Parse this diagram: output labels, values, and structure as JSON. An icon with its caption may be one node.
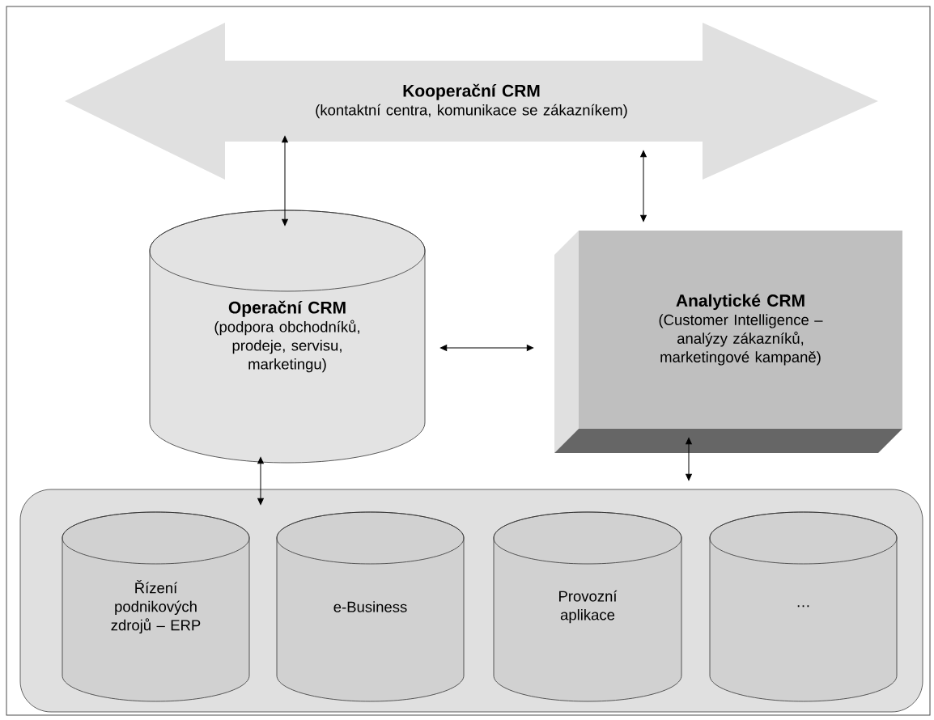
{
  "diagram": {
    "nodes": [
      {
        "text": [
          "Kooperační CRM",
          "(kontaktní centra, komunikace se zákazníkem)"
        ]
      },
      {
        "text": [
          "Operační CRM",
          "(podpora obchodníků, prodeje, servisu, marketingu)"
        ]
      },
      {
        "text": [
          "Analytické CRM",
          "(Customer Intelligence – analýzy zákazníků, marketingové kampaně)"
        ]
      },
      {
        "text": [],
        "shape": "box"
      },
      {
        "text": [
          "Řízení podnikových zdrojů – ERP"
        ],
        "in": 3
      },
      {
        "text": [
          "e-Business"
        ],
        "in": 3
      },
      {
        "text": [
          "Provozní aplikace"
        ],
        "in": 3
      },
      {
        "text": [
          "…"
        ],
        "in": 3
      }
    ],
    "edges": [
      {
        "from": 0,
        "to": 1,
        "arrow": "both"
      },
      {
        "from": 0,
        "to": 2,
        "arrow": "both"
      },
      {
        "from": 1,
        "to": 2,
        "arrow": "both"
      },
      {
        "from": 1,
        "to": 3,
        "arrow": "both"
      },
      {
        "from": 2,
        "to": 3,
        "arrow": "both"
      }
    ]
  }
}
